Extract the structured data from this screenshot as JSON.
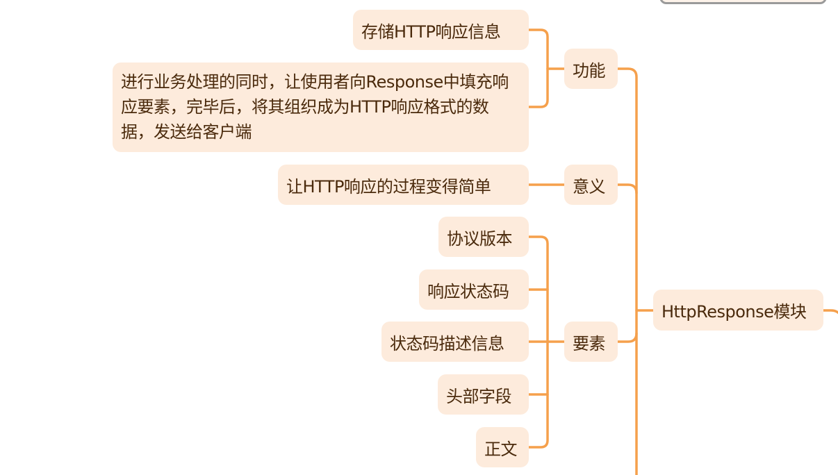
{
  "root": {
    "label": "HttpResponse模块"
  },
  "branches": [
    {
      "label": "功能",
      "children": [
        "存储HTTP响应信息",
        "进行业务处理的同时，让使用者向Response中填充响应要素，完毕后，将其组织成为HTTP响应格式的数据，发送给客户端"
      ]
    },
    {
      "label": "意义",
      "children": [
        "让HTTP响应的过程变得简单"
      ]
    },
    {
      "label": "要素",
      "children": [
        "协议版本",
        "响应状态码",
        "状态码描述信息",
        "头部字段",
        "正文"
      ]
    }
  ],
  "colors": {
    "line": "#f5a04c",
    "node_bg": "#fdebdc",
    "text": "#4a2a0c"
  }
}
